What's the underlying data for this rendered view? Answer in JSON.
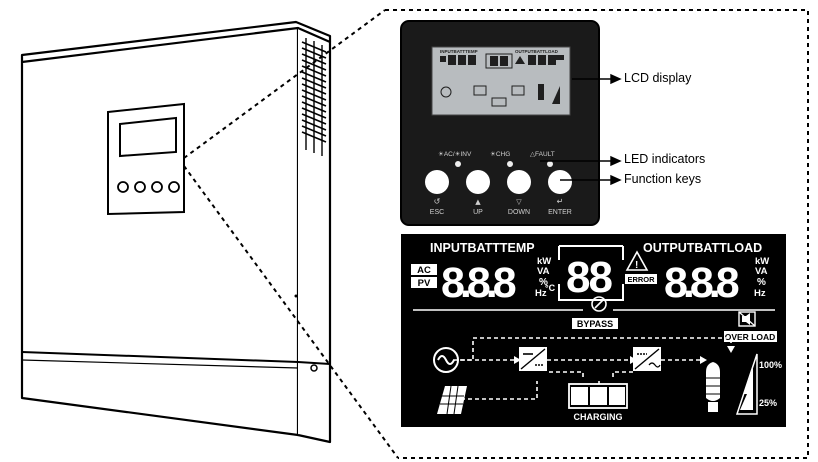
{
  "callouts": {
    "lcd_display": "LCD display",
    "led_indicators": "LED indicators",
    "function_keys": "Function keys"
  },
  "panel": {
    "leds": [
      "☀AC/☀INV",
      "☀CHG",
      "△FAULT"
    ],
    "keys": [
      {
        "icon": "↺",
        "label": "ESC"
      },
      {
        "icon": "▲",
        "label": "UP"
      },
      {
        "icon": "▽",
        "label": "DOWN"
      },
      {
        "icon": "↵",
        "label": "ENTER"
      }
    ],
    "mini_lcd": {
      "input_header": "INPUTBATTTEMP",
      "output_header": "OUTPUTBATTLOAD"
    }
  },
  "lcd": {
    "input_header": "INPUTBATTTEMP",
    "output_header": "OUTPUTBATTLOAD",
    "ac": "AC",
    "pv": "PV",
    "input_digits": "8.8.8",
    "center_digits": "88",
    "output_digits": "8.8.8",
    "units_left": [
      "kW",
      "VA",
      "%",
      "Hz",
      "°C"
    ],
    "units_right": [
      "kW",
      "VA",
      "%",
      "Hz"
    ],
    "error": "ERROR",
    "bypass": "BYPASS",
    "overload": "OVER LOAD",
    "charging": "CHARGING",
    "pct_100": "100%",
    "pct_25": "25%"
  },
  "colors": {
    "panel_bg": "#1a1a1a",
    "lcd_bg": "#000000",
    "lcd_fg": "#ffffff",
    "mini_lcd_bg": "#b8bcbf"
  }
}
